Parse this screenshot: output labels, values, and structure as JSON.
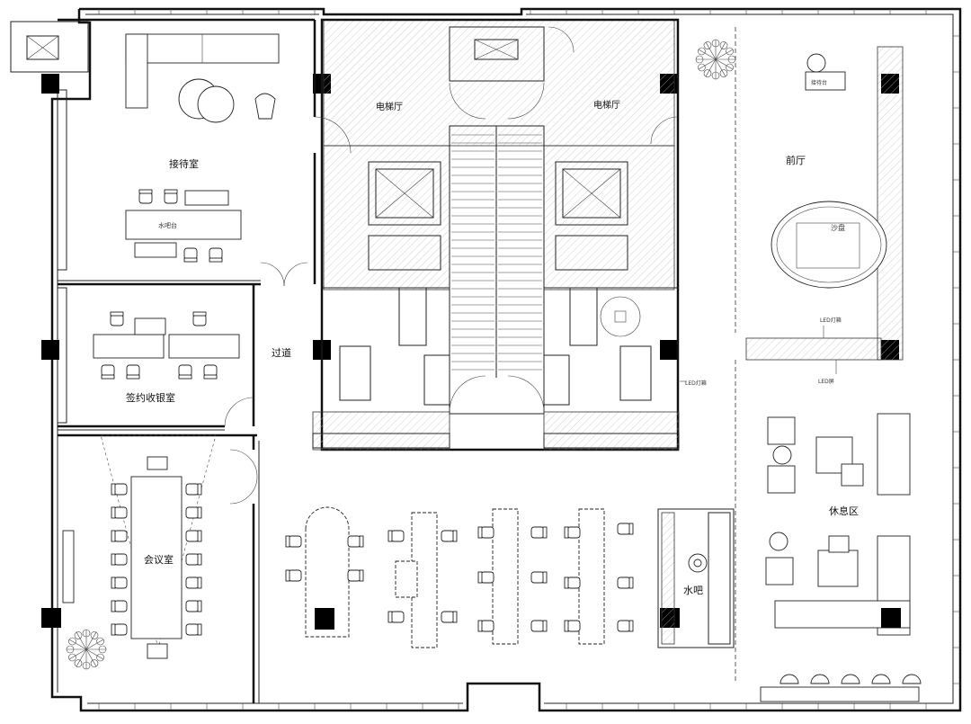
{
  "rooms": {
    "reception_room": "接待室",
    "water_bar_table": "水吧台",
    "signing_room": "签约收银室",
    "meeting_room": "会议室",
    "corridor": "过道",
    "elevator_hall_left": "电梯厅",
    "elevator_hall_right": "电梯厅",
    "front_hall": "前厅",
    "sand_table": "沙盘",
    "lounge": "休息区",
    "water_bar": "水吧",
    "reception_desk": "接待台"
  },
  "annotations": {
    "led_light_box_1": "LED灯箱",
    "led_light_box_2": "LED灯箱",
    "led_screen": "LED屏"
  }
}
